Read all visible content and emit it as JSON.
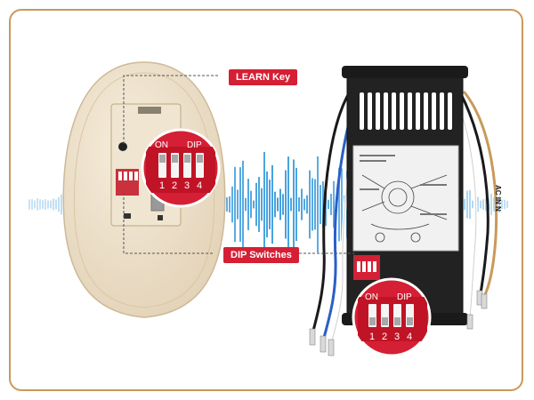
{
  "callouts": {
    "learn_key": "LEARN Key",
    "dip_switches": "DIP Switches"
  },
  "dip_switch": {
    "on_label": "ON",
    "dip_label": "DIP",
    "numbers": [
      "1",
      "2",
      "3",
      "4"
    ]
  },
  "receiver": {
    "wire_label": "AC IN N"
  },
  "colors": {
    "frame": "#c89a5a",
    "callout": "#d51f34",
    "soundwave": "#3a9bdc",
    "remote_body": "#eee1cc",
    "receiver_body": "#222222"
  }
}
